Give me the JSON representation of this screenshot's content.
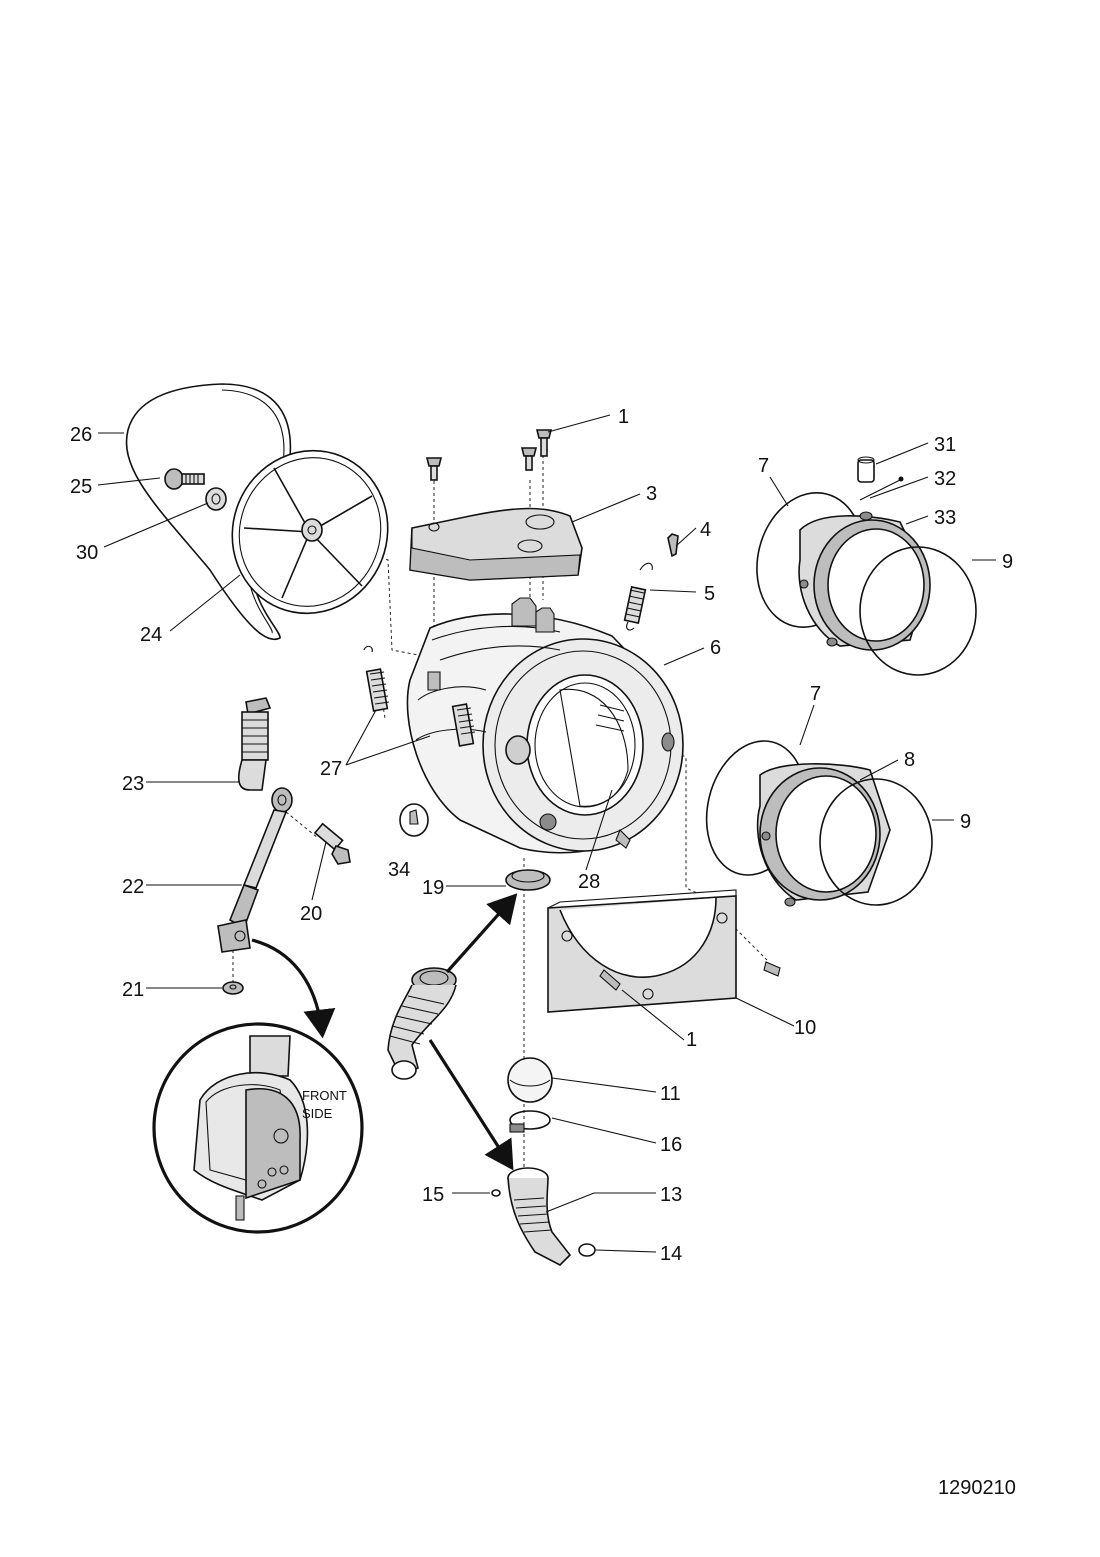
{
  "drawing_number": "1290210",
  "callouts": {
    "c1a": "1",
    "c1b": "1",
    "c3": "3",
    "c4": "4",
    "c5": "5",
    "c6": "6",
    "c7a": "7",
    "c7b": "7",
    "c8": "8",
    "c9a": "9",
    "c9b": "9",
    "c10": "10",
    "c11": "11",
    "c13": "13",
    "c14": "14",
    "c15": "15",
    "c16": "16",
    "c19": "19",
    "c20": "20",
    "c21": "21",
    "c22": "22",
    "c23": "23",
    "c24": "24",
    "c25": "25",
    "c26": "26",
    "c27": "27",
    "c28": "28",
    "c30": "30",
    "c31": "31",
    "c32": "32",
    "c33": "33",
    "c34": "34"
  },
  "detail_note": {
    "line1": "FRONT",
    "line2": "SIDE"
  }
}
